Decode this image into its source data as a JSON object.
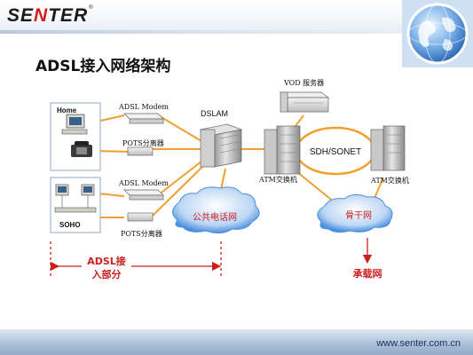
{
  "header": {
    "logo_text_pre": "SE",
    "logo_text_x": "N",
    "logo_text_post": "TER",
    "logo_mark": "®"
  },
  "slide": {
    "title": "ADSL接入网络架构"
  },
  "diagram": {
    "home_label": "Home",
    "soho_label": "SOHO",
    "modem_top_label": "ADSL Modem",
    "modem_bottom_label": "ADSL Modem",
    "splitter_top_label": "POTS分离器",
    "splitter_bottom_label": "POTS分离器",
    "dslam_label": "DSLAM",
    "vod_label": "VOD 服务器",
    "atm_left_label": "ATM交换机",
    "atm_right_label": "ATM交换机",
    "sdh_label": "SDH/SONET",
    "pstn_label": "公共电话网",
    "backbone_label": "骨干网",
    "access_label_line1": "ADSL接",
    "access_label_line2": "入部分",
    "carrier_label": "承载网"
  },
  "colors": {
    "orange_line": "#f0a030",
    "red_text": "#cc1f1f",
    "cloud_blue": "#4a8fe0"
  },
  "footer": {
    "url": "www.senter.com.cn"
  }
}
